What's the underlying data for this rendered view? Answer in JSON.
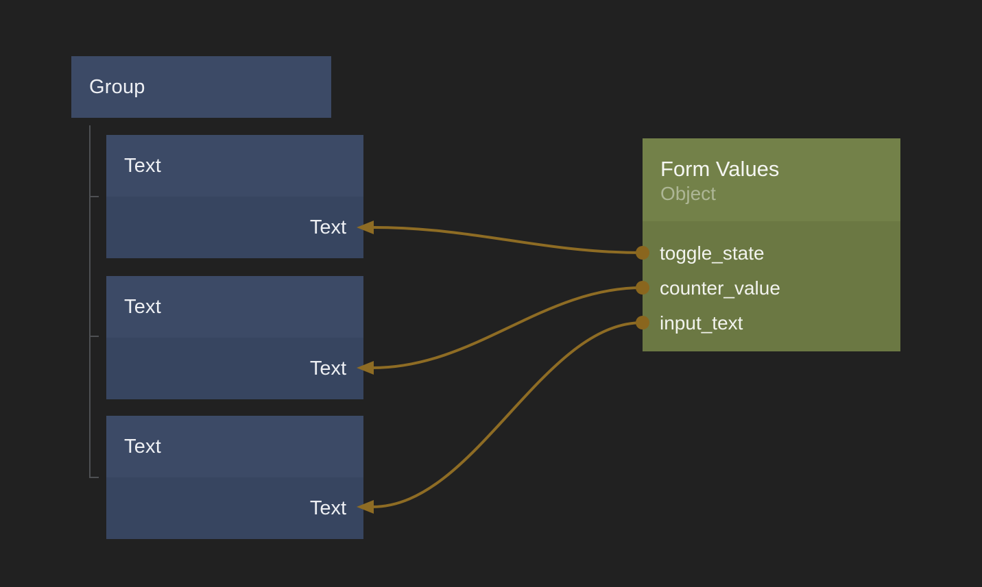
{
  "canvas": {
    "background": "#212121"
  },
  "colors": {
    "edge": "#8e6c24",
    "port": "#8a661e",
    "node_header_blue": "#3c4a66",
    "node_body_blue": "#374560",
    "form_header_green": "#738149",
    "form_body_green": "#6b7843",
    "tree_line": "#4e5053"
  },
  "group_node": {
    "title": "Group"
  },
  "text_nodes": [
    {
      "title": "Text",
      "input_label": "Text"
    },
    {
      "title": "Text",
      "input_label": "Text"
    },
    {
      "title": "Text",
      "input_label": "Text"
    }
  ],
  "form_node": {
    "title": "Form Values",
    "subtitle": "Object",
    "outputs": [
      "toggle_state",
      "counter_value",
      "input_text"
    ]
  }
}
